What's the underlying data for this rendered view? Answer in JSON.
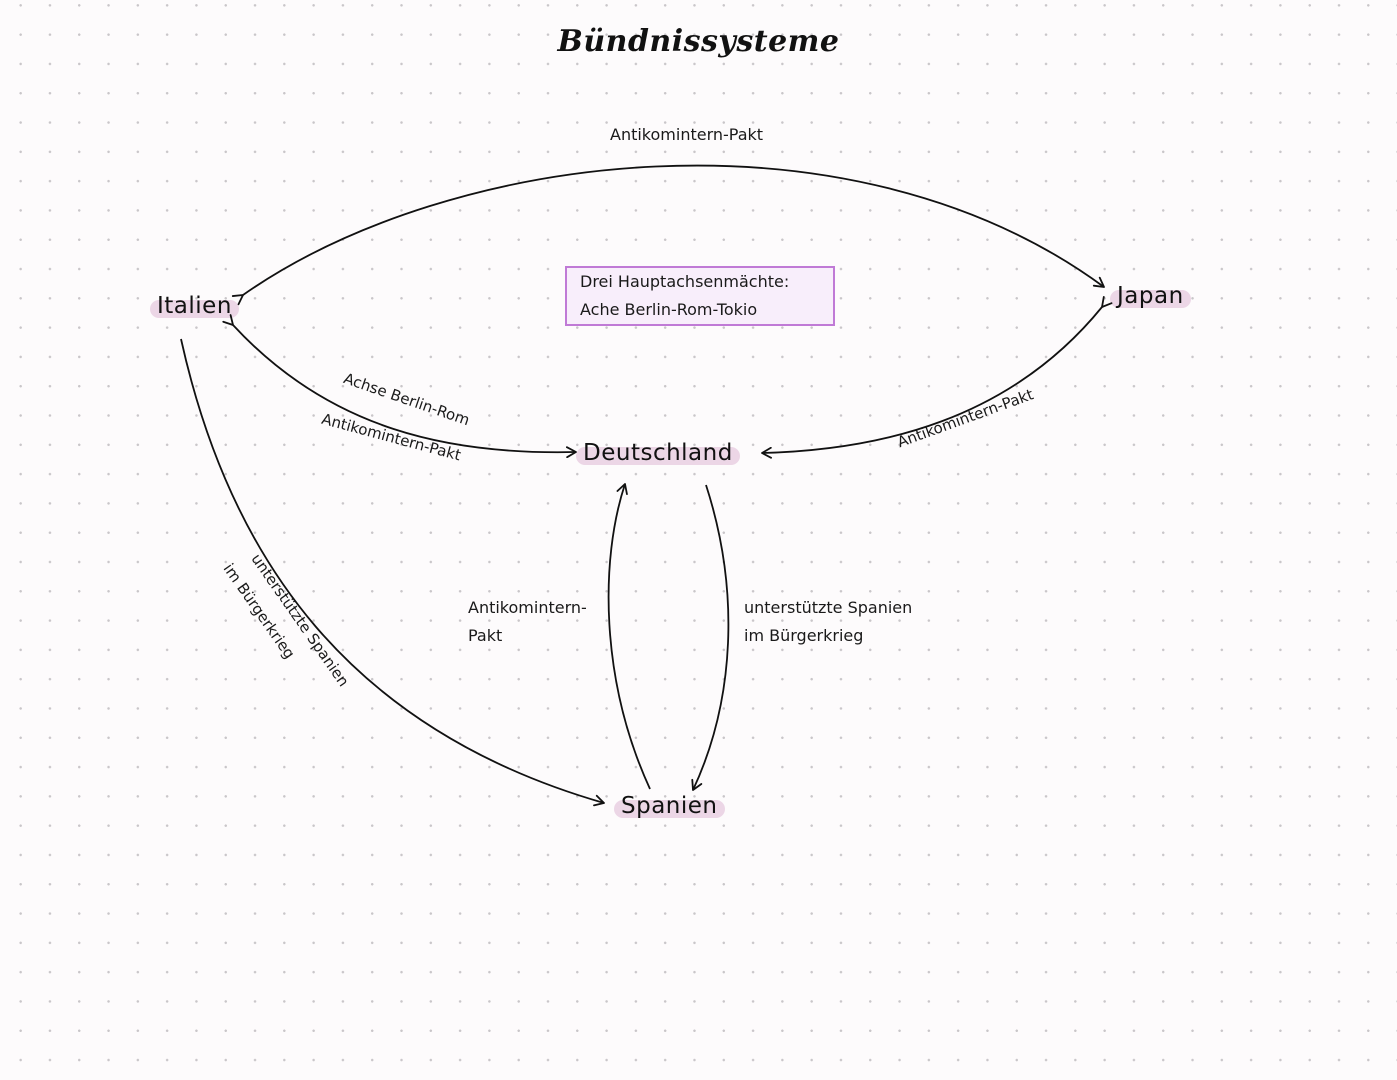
{
  "title": "Bündnissysteme",
  "nodes": {
    "italien": "Italien",
    "japan": "Japan",
    "deutschland": "Deutschland",
    "spanien": "Spanien"
  },
  "info_box": {
    "line1": "Drei Hauptachsenmächte:",
    "line2": "Ache Berlin-Rom-Tokio"
  },
  "edges": [
    {
      "from": "Italien",
      "to": "Japan",
      "label": "Antikomintern-Pakt"
    },
    {
      "from": "Italien",
      "to": "Deutschland",
      "label_lines": [
        "Achse Berlin-Rom",
        "Antikomintern-Pakt"
      ]
    },
    {
      "from": "Japan",
      "to": "Deutschland",
      "label": "Antikomintern-Pakt"
    },
    {
      "from": "Italien",
      "to": "Spanien",
      "label_lines": [
        "unterstützte Spanien",
        "im Bürgerkrieg"
      ]
    },
    {
      "from": "Spanien",
      "to": "Deutschland",
      "label_lines": [
        "Antikomintern-",
        "Pakt"
      ]
    },
    {
      "from": "Deutschland",
      "to": "Spanien",
      "label_lines": [
        "unterstützte Spanien",
        "im Bürgerkrieg"
      ]
    }
  ],
  "colors": {
    "node_highlight": "#ecd6e6",
    "info_border": "#c07ad6",
    "info_fill": "#f8eefb",
    "arrow": "#111111"
  }
}
